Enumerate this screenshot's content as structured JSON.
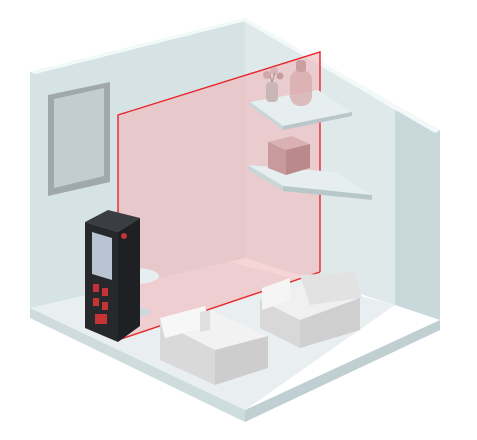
{
  "scene": {
    "subject": "isometric-room-with-laser-distance-meter",
    "colors": {
      "background": "#ffffff",
      "wall_back": "#dfe9ea",
      "wall_left": "#d6e3e5",
      "wall_right": "#c8d8db",
      "floor": "#e9eff0",
      "wall_edge": "#f3f8f8",
      "laser_line": "#e8262b",
      "laser_plane": "#f2b8ba",
      "device_body": "#2a2c30",
      "device_accent": "#c53335",
      "device_screen": "#b9c4d2",
      "sofa": "#eeeeee",
      "sofa_shadow": "#cfcfcf",
      "shelf": "#d9e3e5",
      "picture_frame": "#a0a8ab"
    },
    "objects": [
      {
        "name": "wall-picture",
        "icon": "framed-picture"
      },
      {
        "name": "upper-shelf",
        "icon": "shelf"
      },
      {
        "name": "lower-shelf",
        "icon": "shelf"
      },
      {
        "name": "vase-with-flowers",
        "icon": "vase"
      },
      {
        "name": "glass-jar",
        "icon": "jar"
      },
      {
        "name": "storage-box",
        "icon": "box"
      },
      {
        "name": "round-side-table",
        "icon": "table"
      },
      {
        "name": "front-armchair",
        "icon": "armchair"
      },
      {
        "name": "back-armchair",
        "icon": "armchair"
      },
      {
        "name": "laser-distance-meter",
        "icon": "laser-meter"
      },
      {
        "name": "laser-plane",
        "icon": "laser-plane"
      }
    ]
  }
}
